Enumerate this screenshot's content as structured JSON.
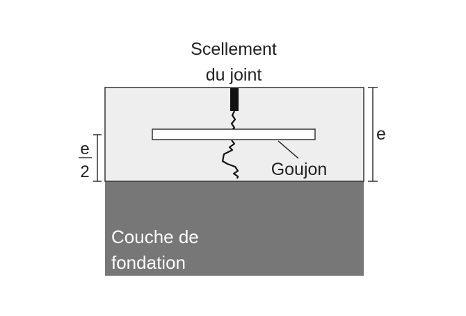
{
  "labels": {
    "joint_seal_line1": "Scellement",
    "joint_seal_line2": "du joint",
    "dowel": "Goujon",
    "thickness": "e",
    "half_numerator": "e",
    "half_denominator": "2",
    "foundation_line1": "Couche de",
    "foundation_line2": "fondation"
  },
  "colors": {
    "slab": "#eeeeee",
    "foundation": "#777777",
    "outline": "#333333",
    "text": "#222222",
    "foundation_text": "#ffffff",
    "dowel_fill": "#ffffff",
    "seal": "#111111"
  }
}
